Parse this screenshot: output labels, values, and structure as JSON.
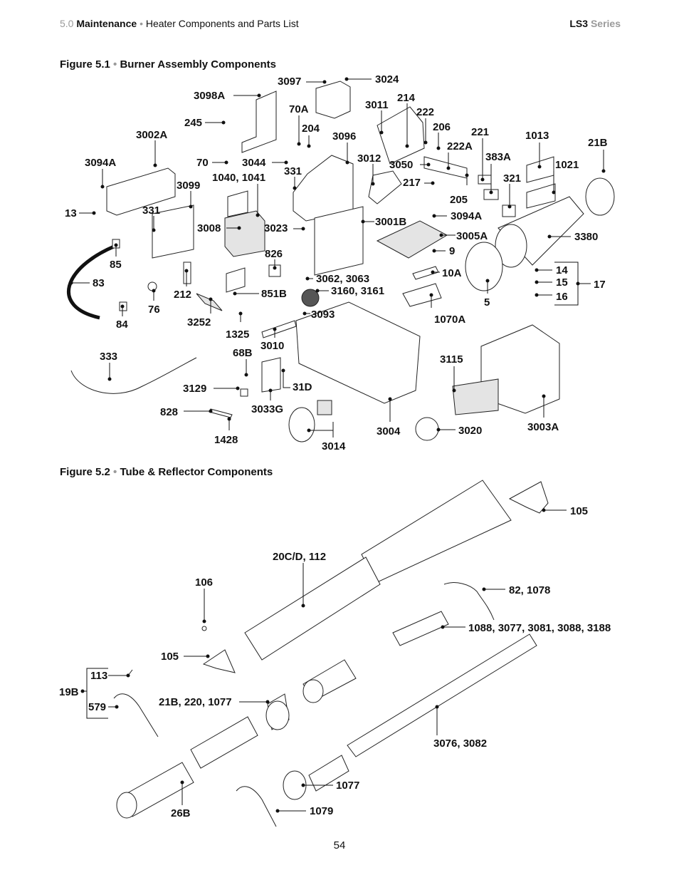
{
  "header": {
    "section_number": "5.0",
    "section_title": "Maintenance",
    "separator": "•",
    "subtitle": "Heater Components and Parts List",
    "model": "LS3",
    "series": "Series"
  },
  "figure1": {
    "label": "Figure 5.1",
    "separator": "•",
    "title": "Burner Assembly Components",
    "callouts": [
      "3024",
      "3097",
      "3098A",
      "214",
      "3011",
      "222",
      "70A",
      "245",
      "206",
      "204",
      "221",
      "1013",
      "3002A",
      "3096",
      "222A",
      "21B",
      "70",
      "3044",
      "3012",
      "3050",
      "383A",
      "3094A",
      "1040, 1041",
      "331",
      "217",
      "1021",
      "321",
      "3099",
      "205",
      "13",
      "331",
      "3094A",
      "3008",
      "3023",
      "3001B",
      "3005A",
      "3380",
      "826",
      "85",
      "9",
      "83",
      "3062, 3063",
      "10A",
      "14",
      "851B",
      "3160, 3161",
      "15",
      "17",
      "212",
      "76",
      "16",
      "5",
      "3093",
      "3252",
      "84",
      "1070A",
      "1325",
      "3010",
      "68B",
      "333",
      "3115",
      "31D",
      "3129",
      "3033G",
      "828",
      "3004",
      "3020",
      "3003A",
      "1428",
      "3014"
    ]
  },
  "figure2": {
    "label": "Figure 5.2",
    "separator": "•",
    "title": "Tube & Reflector Components",
    "callouts": [
      "105",
      "20C/D, 112",
      "106",
      "82, 1078",
      "1088, 3077, 3081, 3088, 3188",
      "105",
      "113",
      "19B",
      "579",
      "21B, 220, 1077",
      "3076, 3082",
      "1077",
      "26B",
      "1079"
    ]
  },
  "page_number": "54"
}
